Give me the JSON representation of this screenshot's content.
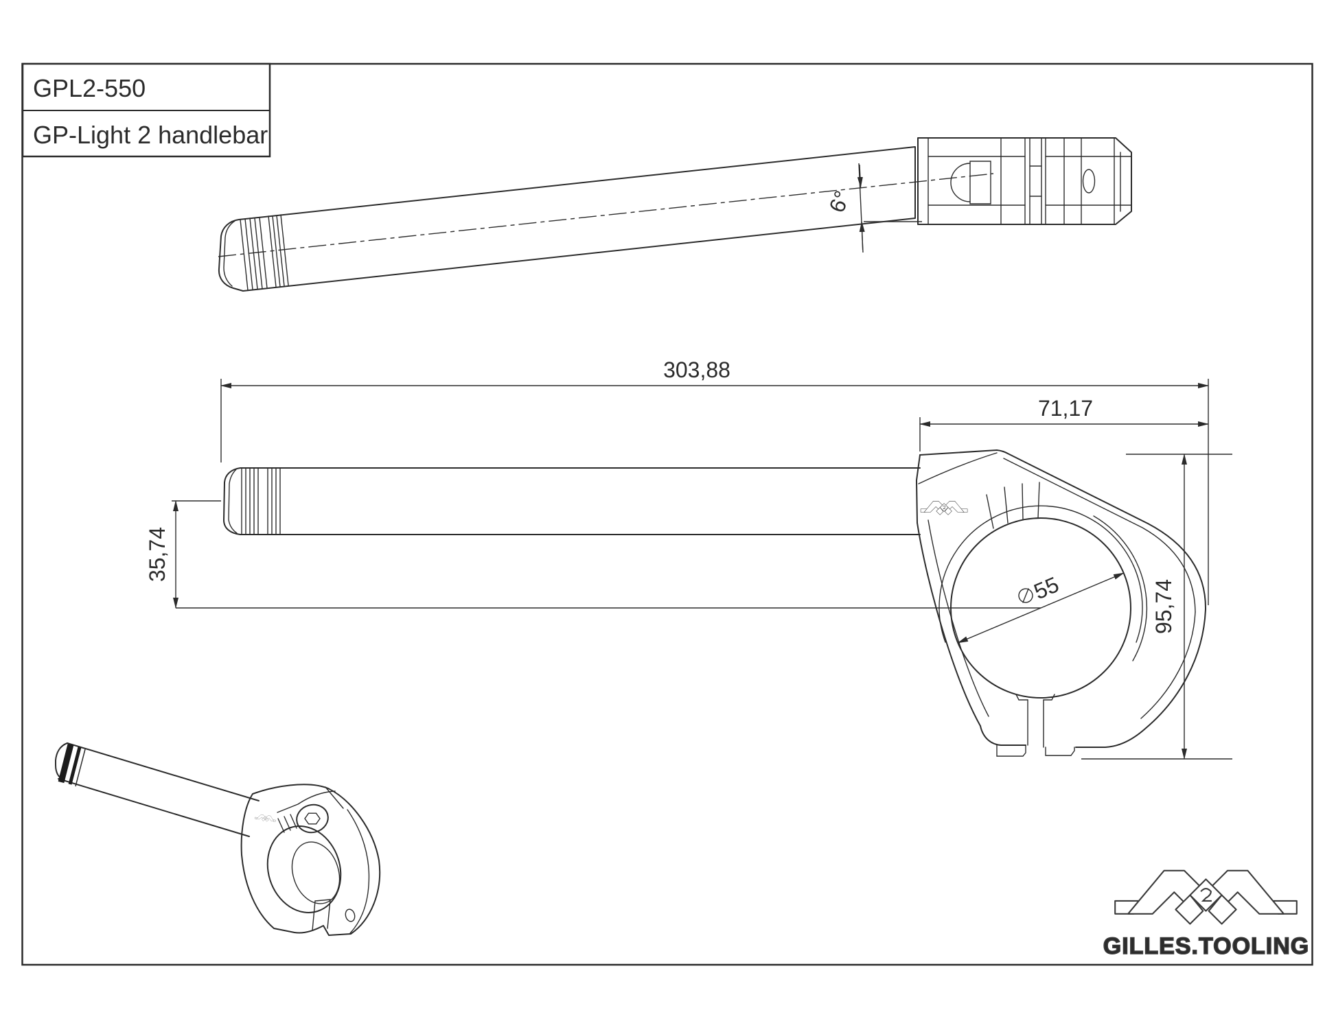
{
  "document": {
    "type": "technical-drawing",
    "part_number": "GPL2-550",
    "part_name": "GP-Light 2 handlebar"
  },
  "dimensions": {
    "overall_length": "303,88",
    "clamp_section_width": "71,17",
    "center_drop": "35,74",
    "clamp_height": "95,74",
    "clamp_bore_diameter": "55",
    "riser_angle": "6°"
  },
  "branding": {
    "logo_text": "GILLES.TOOLING",
    "logo_mark": "gilles-mg-monogram"
  },
  "colors": {
    "line": "#2b2b2b",
    "background": "#ffffff"
  }
}
